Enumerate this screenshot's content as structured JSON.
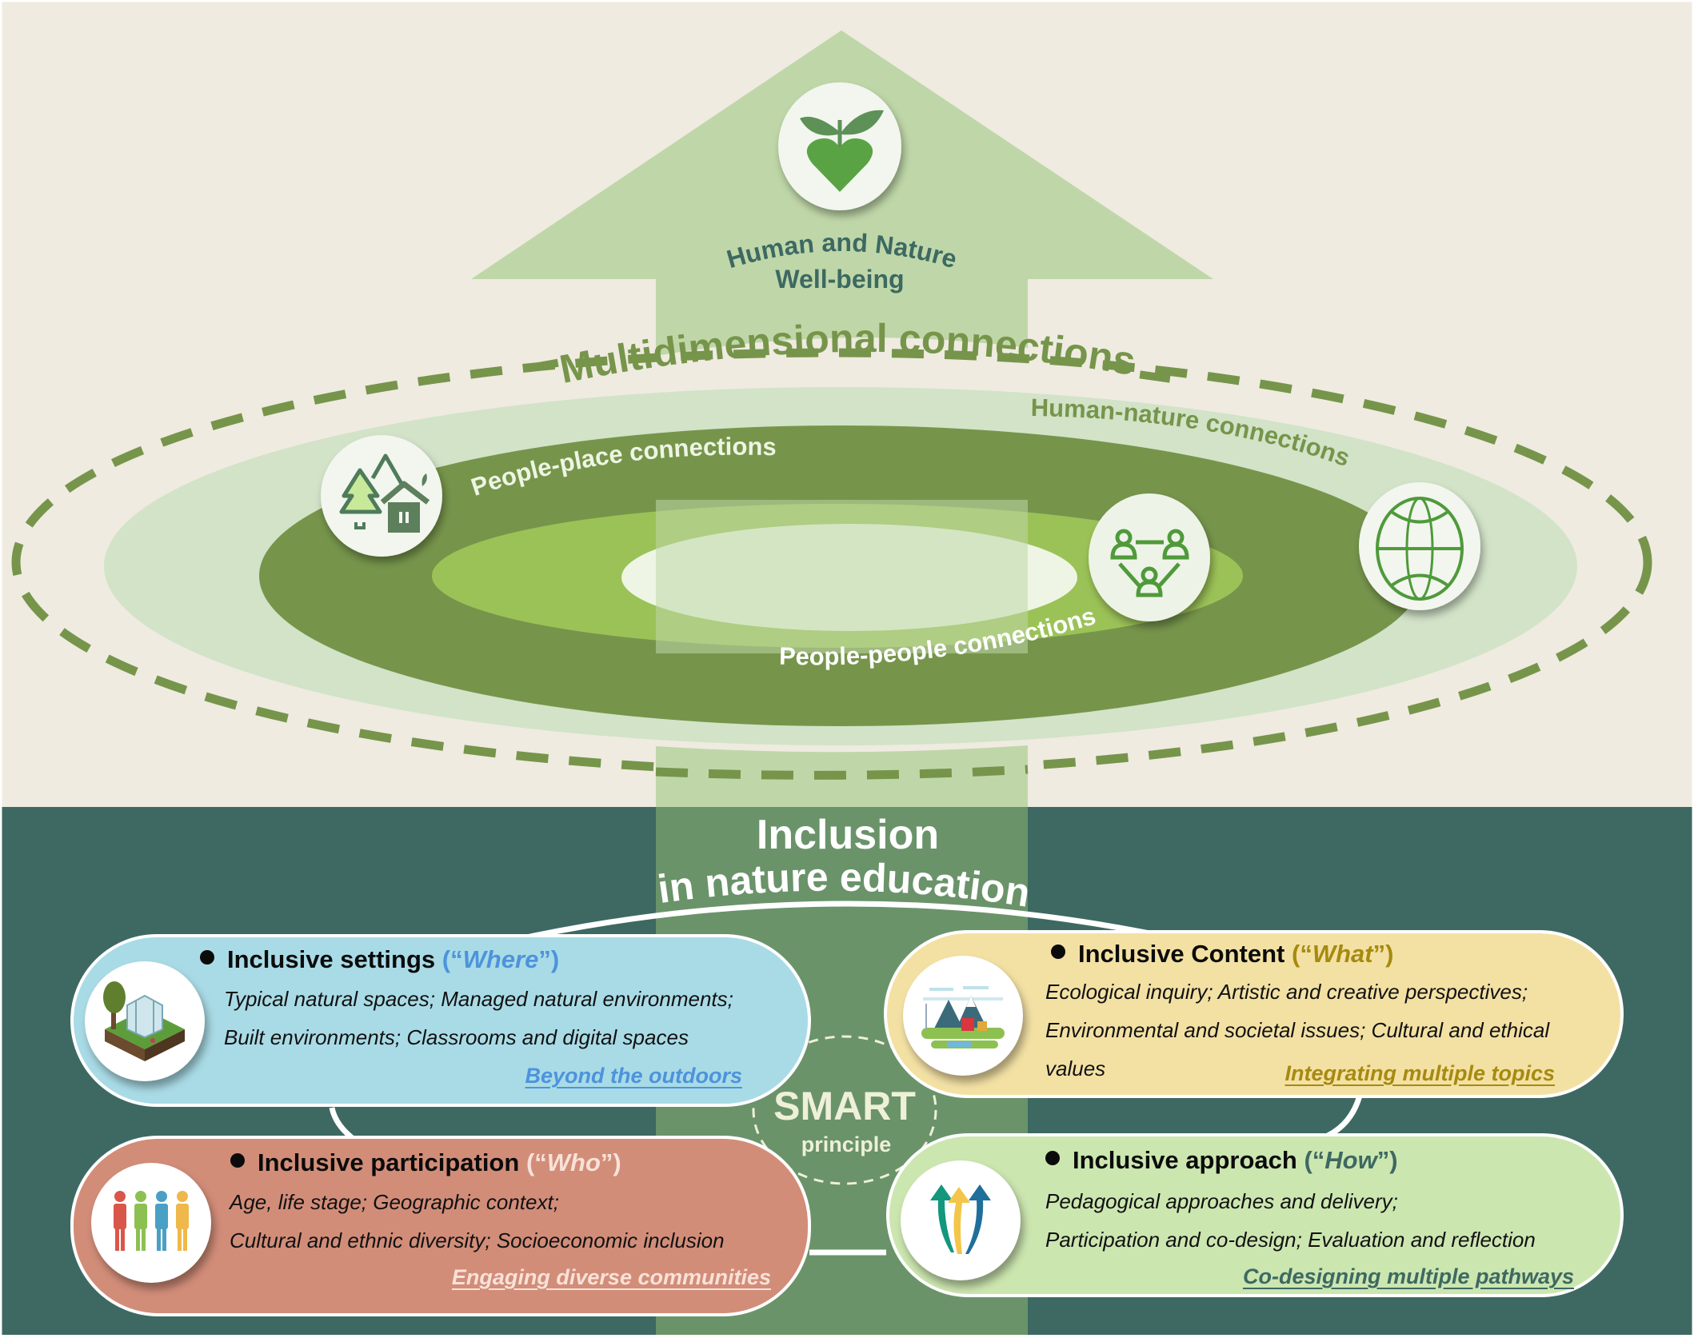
{
  "colors": {
    "top_background": "#efebe0",
    "bottom_background": "#3d6962",
    "arrow": "#bfd7a8",
    "arrow_shaft_bottom": "#6a936a",
    "dashed_ellipse": "#76954b",
    "ring_outer": "#d2e3c8",
    "ring_dark": "#76954b",
    "ring_bright": "#9bc257",
    "ring_inner": "#eef5e4",
    "title_green": "#76954b",
    "wellbeing_text": "#3d6962",
    "icon_green": "#4f9a3a",
    "box_settings": "#a9dbe6",
    "box_content": "#f3e1a4",
    "box_participation": "#d28d79",
    "box_approach": "#cce6b0",
    "accent_where": "#4d93dc",
    "accent_what": "#a68a10",
    "accent_who": "#f8e2d8",
    "accent_how": "#3d6962"
  },
  "top": {
    "wellbeing_icon": "sprout-heart-icon",
    "wellbeing_line1": "Human and Nature",
    "wellbeing_line2": "Well-being",
    "multidimensional_title": "Multidimensional connections",
    "rings": [
      {
        "label": "Human-nature connections",
        "icon": "globe-icon"
      },
      {
        "label": "People-place connections",
        "icon": "trees-house-icon"
      },
      {
        "label": "People-people connections",
        "icon": "people-network-icon"
      }
    ]
  },
  "bottom": {
    "inclusion_title": "Inclusion",
    "inclusion_subtitle": "in nature education",
    "smart_title": "SMART",
    "smart_subtitle": "principle",
    "boxes": [
      {
        "id": "settings",
        "icon": "greenhouse-icon",
        "title": "Inclusive settings",
        "question": "Where",
        "lines": [
          "Typical natural spaces; Managed natural environments;",
          "Built environments; Classrooms and digital spaces"
        ],
        "tagline": "Beyond the outdoors"
      },
      {
        "id": "content",
        "icon": "landscape-village-icon",
        "title": "Inclusive Content",
        "question": "What",
        "lines": [
          "Ecological inquiry; Artistic and creative perspectives;",
          "Environmental and societal issues; Cultural and ethical",
          "values"
        ],
        "tagline": "Integrating multiple topics"
      },
      {
        "id": "participation",
        "icon": "diverse-people-icon",
        "title": "Inclusive participation",
        "question": "Who",
        "lines": [
          "Age, life stage; Geographic context;",
          "Cultural and ethnic diversity; Socioeconomic inclusion"
        ],
        "tagline": "Engaging diverse communities"
      },
      {
        "id": "approach",
        "icon": "multiple-arrows-icon",
        "title": "Inclusive approach",
        "question": "How",
        "lines": [
          "Pedagogical approaches and delivery;",
          "Participation and co-design; Evaluation and reflection"
        ],
        "tagline": "Co-designing multiple pathways"
      }
    ]
  }
}
